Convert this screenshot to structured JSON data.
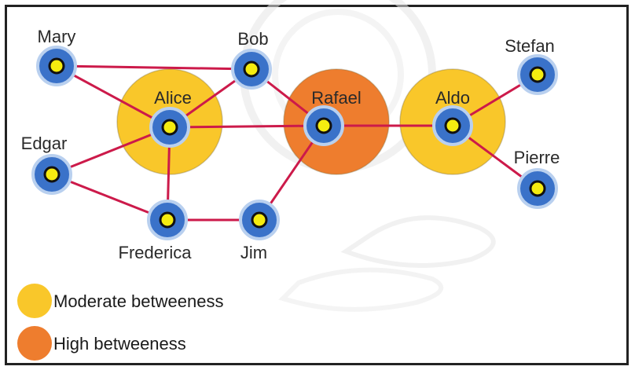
{
  "colors": {
    "moderate": "#f9c72a",
    "high": "#ee7d2e",
    "edge": "#cc1a4a",
    "node_ring": "#3a72c9",
    "node_ring_light": "#b9d0ef",
    "node_core": "#f5ec10",
    "border": "#222222",
    "watermark": "#e3e3e3"
  },
  "nodes": [
    {
      "id": "mary",
      "label": "Mary"
    },
    {
      "id": "bob",
      "label": "Bob"
    },
    {
      "id": "alice",
      "label": "Alice"
    },
    {
      "id": "rafael",
      "label": "Rafael"
    },
    {
      "id": "aldo",
      "label": "Aldo"
    },
    {
      "id": "stefan",
      "label": "Stefan"
    },
    {
      "id": "edgar",
      "label": "Edgar"
    },
    {
      "id": "pierre",
      "label": "Pierre"
    },
    {
      "id": "frederica",
      "label": "Frederica"
    },
    {
      "id": "jim",
      "label": "Jim"
    }
  ],
  "edges": [
    [
      "mary",
      "bob"
    ],
    [
      "mary",
      "alice"
    ],
    [
      "alice",
      "bob"
    ],
    [
      "bob",
      "rafael"
    ],
    [
      "alice",
      "rafael"
    ],
    [
      "rafael",
      "aldo"
    ],
    [
      "aldo",
      "stefan"
    ],
    [
      "aldo",
      "pierre"
    ],
    [
      "edgar",
      "alice"
    ],
    [
      "edgar",
      "frederica"
    ],
    [
      "alice",
      "frederica"
    ],
    [
      "frederica",
      "jim"
    ],
    [
      "jim",
      "rafael"
    ]
  ],
  "highlights": {
    "moderate": [
      "alice",
      "aldo"
    ],
    "high": [
      "rafael"
    ]
  },
  "legend": [
    {
      "key": "moderate",
      "label": "Moderate betweeness"
    },
    {
      "key": "high",
      "label": "High betweeness"
    }
  ]
}
